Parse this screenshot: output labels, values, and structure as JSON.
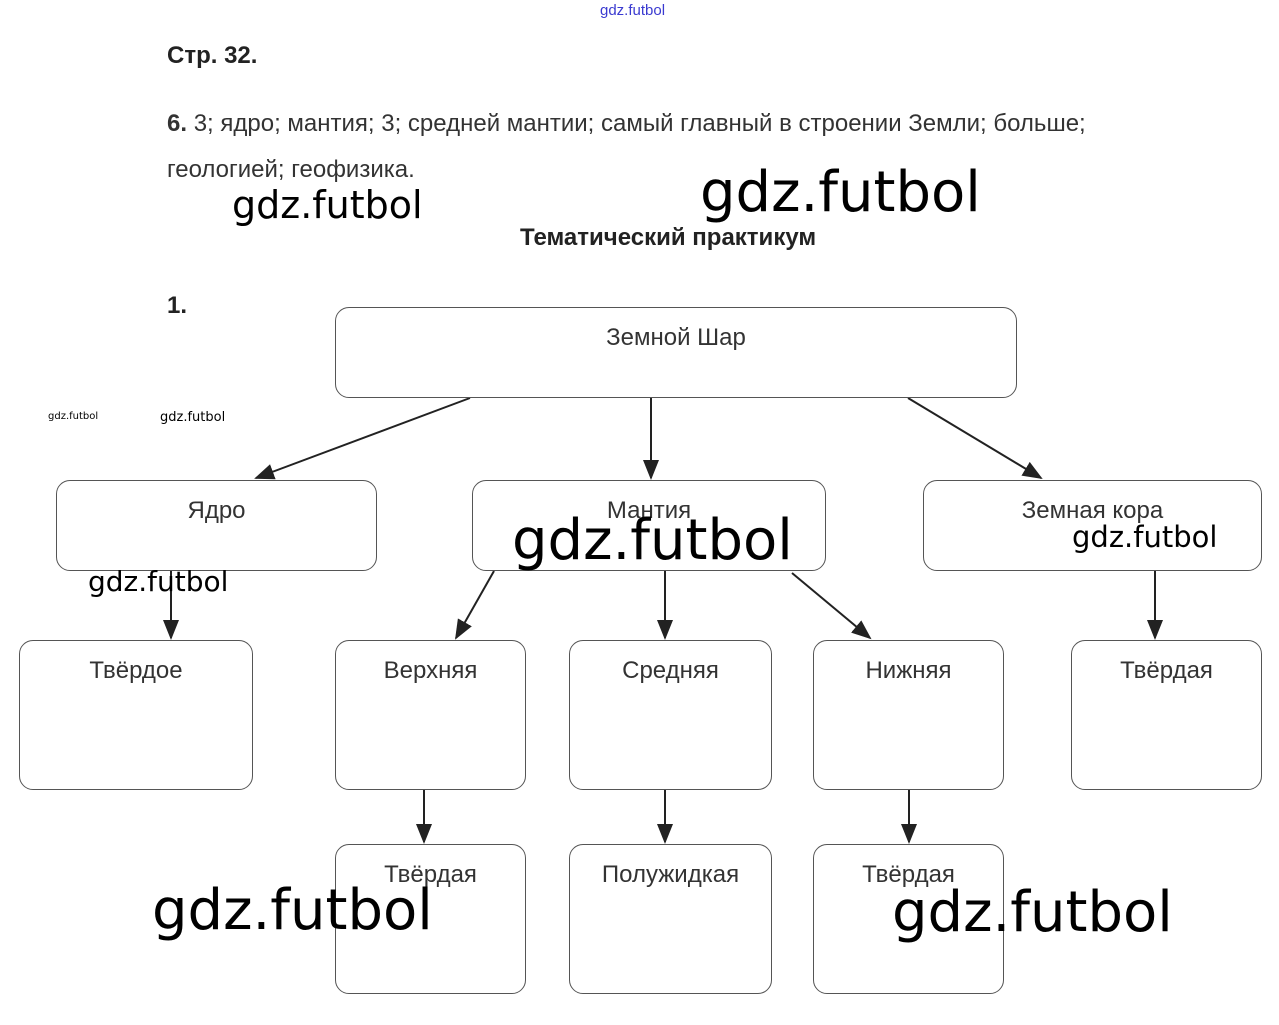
{
  "page_heading": "Стр. 32.",
  "answer6": {
    "number": "6.",
    "line1": "3; ядро; мантия; 3; средней мантии; самый главный в строении Земли; больше;",
    "line2": "геологией; геофизика."
  },
  "section_title": "Тематический практикум",
  "task_number": "1.",
  "diagram": {
    "root": "Земной Шар",
    "core": "Ядро",
    "mantle": "Мантия",
    "crust": "Земная кора",
    "core_state": "Твёрдое",
    "upper": "Верхняя",
    "middle": "Средняя",
    "lower": "Нижняя",
    "crust_state": "Твёрдая",
    "upper_state": "Твёрдая",
    "middle_state": "Полужидкая",
    "lower_state": "Твёрдая"
  },
  "watermark": "gdz.futbol"
}
